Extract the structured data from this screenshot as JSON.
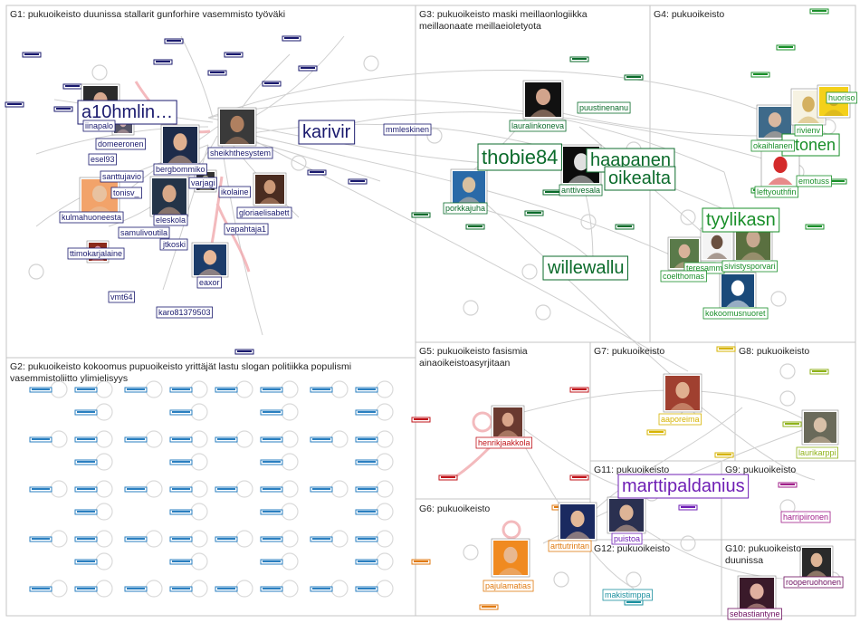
{
  "groups": [
    {
      "id": "G1",
      "title": "G1: pukuoikeisto duunissa stallarit gunforhire vasemmisto työväki"
    },
    {
      "id": "G2",
      "title": "G2: pukuoikeisto kokoomus pupuoikeisto yrittäjät lastu slogan politiikka populismi vasemmistoliitto ylimielisyys"
    },
    {
      "id": "G3",
      "title": "G3: pukuoikeisto maski meillaonlogiikka meillaonaate meillaeioletyota"
    },
    {
      "id": "G4",
      "title": "G4: pukuoikeisto"
    },
    {
      "id": "G5",
      "title": "G5: pukuoikeisto fasismia ainaoikeistoasyrjitaan"
    },
    {
      "id": "G6",
      "title": "G6: pukuoikeisto"
    },
    {
      "id": "G7",
      "title": "G7: pukuoikeisto"
    },
    {
      "id": "G8",
      "title": "G8: pukuoikeisto"
    },
    {
      "id": "G9",
      "title": "G9: pukuoikeisto"
    },
    {
      "id": "G10",
      "title": "G10: pukuoikeisto duunissa"
    },
    {
      "id": "G11",
      "title": "G11: pukuoikeisto"
    },
    {
      "id": "G12",
      "title": "G12: pukuoikeisto"
    }
  ],
  "labels": {
    "G1": [
      "a10hmlin…",
      "karivir",
      "sheikhthesystem",
      "iinapalo",
      "domeeronen",
      "esel93",
      "bergbommiko",
      "santtujavio",
      "tonisv_",
      "kulmahuoneesta",
      "samulivoutila",
      "eleskola",
      "varjagi",
      "ikolaine",
      "gloriaelisabett",
      "vapahtaja1",
      "jtkoski",
      "ttimokarjalaine",
      "eaxor",
      "vmt64",
      "karo81379503",
      "mmleskinen"
    ],
    "G3": [
      "thobie84",
      "haapanen",
      "oikealta",
      "willewallu",
      "lauralinkoneva",
      "puustinenanu",
      "anttivesala",
      "porkkajuha"
    ],
    "G4": [
      "tyylikasn",
      "ntonen",
      "okaihlanen",
      "leftyouthfin",
      "emotuss",
      "teresamm",
      "coelthomas",
      "sivistysporvari",
      "kokoomusnuoret",
      "rivienv",
      "huoriso"
    ],
    "G5": [
      "henrikjaakkola"
    ],
    "G6": [
      "arttutrintan",
      "pajulamatias"
    ],
    "G7": [
      "aaporeima"
    ],
    "G8": [
      "laurikarppi"
    ],
    "G9": [
      "harripiironen"
    ],
    "G10": [
      "rooperuohonen",
      "sebastiantyne"
    ],
    "G11": [
      "marttipaldanius",
      "puistoa"
    ],
    "G12": [
      "makistimppa"
    ]
  },
  "colors": {
    "G1": "#1a1a6e",
    "G2": "#2a7fc0",
    "G3": "#0b6b2b",
    "G4": "#1a8f2a",
    "G5": "#c0151b",
    "G6": "#e07a10",
    "G7": "#d6b300",
    "G8": "#8fb21a",
    "G9": "#a01f8a",
    "G10": "#6e1060",
    "G11": "#6f1fb5",
    "G12": "#1a8f9e",
    "edge": "#c8c8c8",
    "border": "#c4c4c4",
    "highlight": "#f0a3a8"
  }
}
